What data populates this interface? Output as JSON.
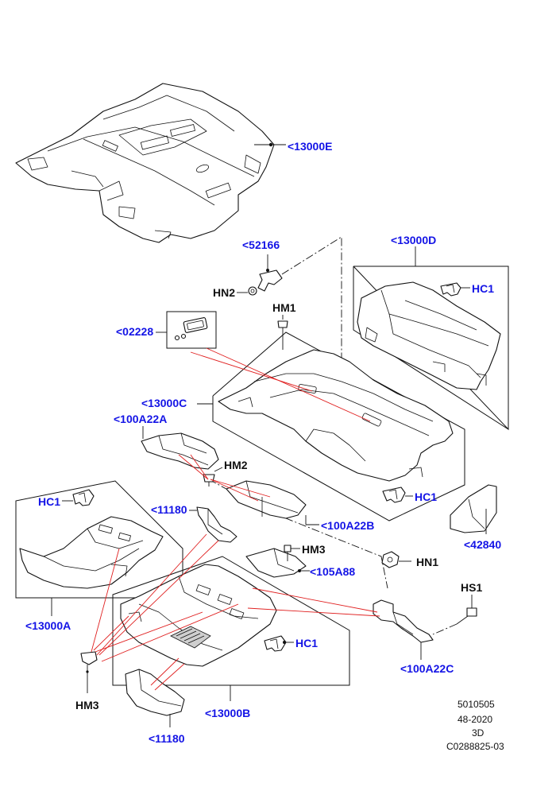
{
  "callouts": {
    "c13000E": "<13000E",
    "c52166": "<52166",
    "c13000D": "<13000D",
    "hn2": "HN2",
    "hc1_d": "HC1",
    "hm1": "HM1",
    "c02228": "<02228",
    "c13000C": "<13000C",
    "c100A22A": "<100A22A",
    "hm2": "HM2",
    "hc1_c": "HC1",
    "hc1_a": "HC1",
    "c11180_top": "<11180",
    "c100A22B": "<100A22B",
    "c42840": "<42840",
    "hm3_top": "HM3",
    "c105A88": "<105A88",
    "hn1": "HN1",
    "hs1": "HS1",
    "c13000A": "<13000A",
    "hc1_b": "HC1",
    "c100A22C": "<100A22C",
    "hm3_bottom": "HM3",
    "c13000B": "<13000B",
    "c11180_bottom": "<11180"
  },
  "reference": {
    "line1": "5010505",
    "line2": "48-2020",
    "line3": "3D",
    "line4": "C0288825-03"
  },
  "colors": {
    "callout_text": "#1414e6",
    "leader_red": "#e02020",
    "linework": "#111111"
  }
}
